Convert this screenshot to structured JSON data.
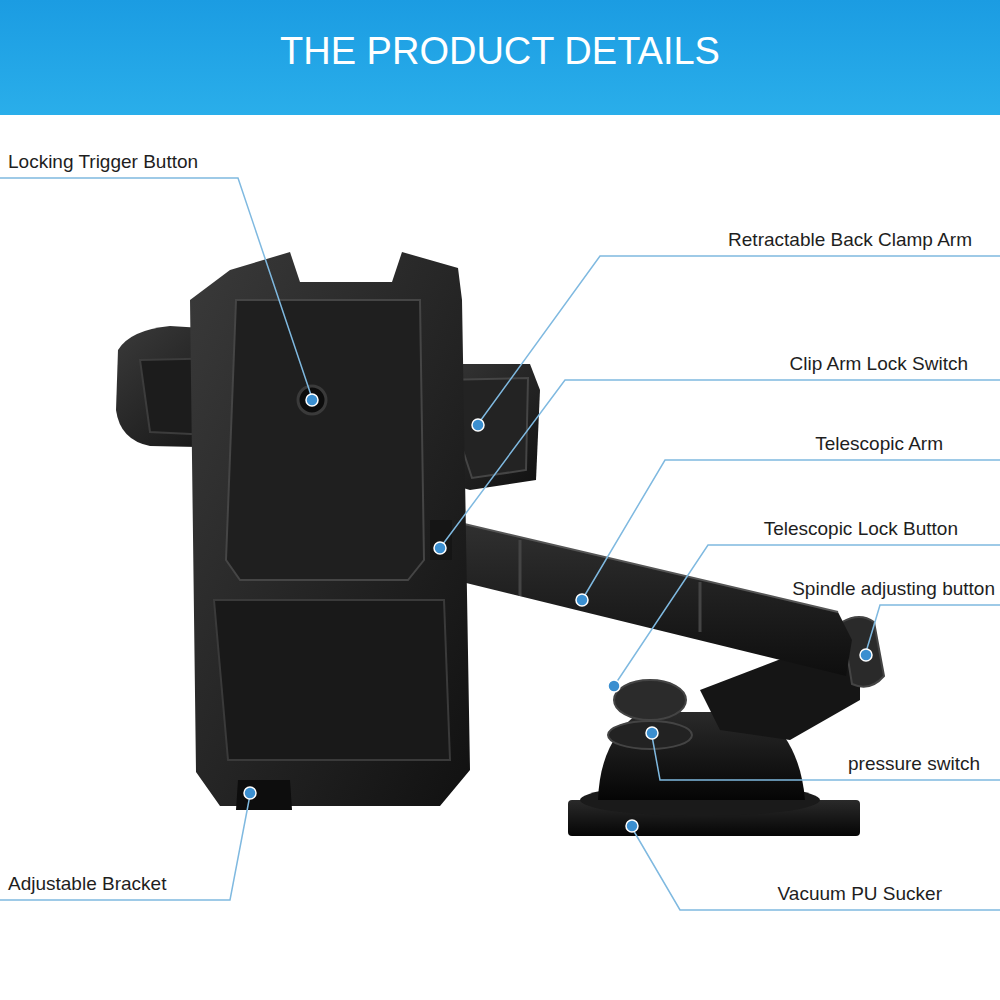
{
  "diagram": {
    "title": "THE PRODUCT DETAILS",
    "labels": [
      "Locking Trigger Button",
      "Retractable Back Clamp Arm",
      "Clip Arm Lock Switch",
      "Telescopic Arm",
      "Telescopic Lock Button",
      "Spindle adjusting button",
      "pressure switch",
      "Adjustable Bracket",
      "Vacuum PU Sucker"
    ]
  }
}
